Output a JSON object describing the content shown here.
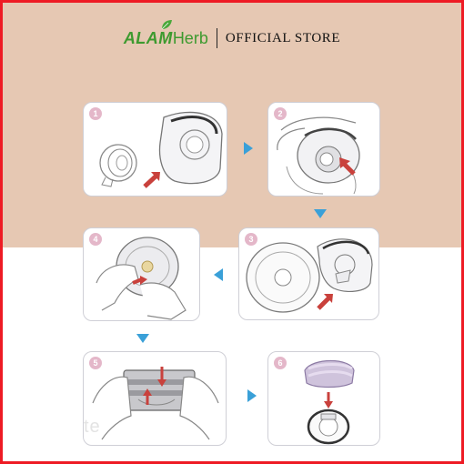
{
  "header": {
    "logo_part1": "ALAM",
    "logo_part2": "Herb",
    "store_label": "OFFICIAL STORE"
  },
  "steps": [
    {
      "number": "1"
    },
    {
      "number": "2"
    },
    {
      "number": "3"
    },
    {
      "number": "4"
    },
    {
      "number": "5"
    },
    {
      "number": "6"
    }
  ],
  "watermark": "te",
  "colors": {
    "border": "#ee1b24",
    "top_background": "#e6c8b3",
    "brand_green": "#3d9a2f",
    "step_arrow": "#3aa0d8",
    "indicator_arrow": "#c9413c",
    "step_badge": "#e4b7c9"
  }
}
